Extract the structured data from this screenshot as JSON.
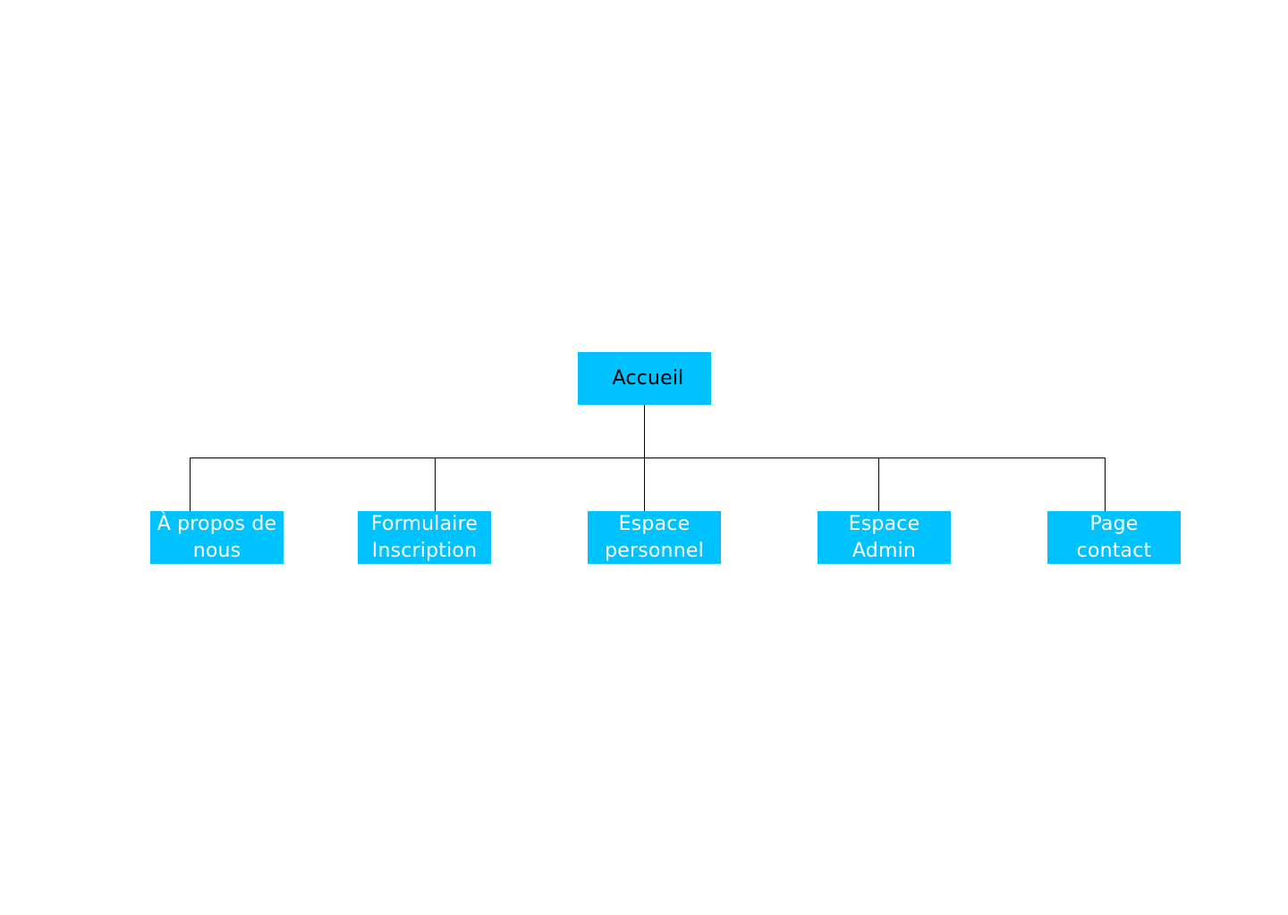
{
  "diagram": {
    "root": {
      "label": "Accueil"
    },
    "children": [
      {
        "label": "À propos de\nnous"
      },
      {
        "label": "Formulaire\nInscription"
      },
      {
        "label": "Espace\npersonnel"
      },
      {
        "label": "Espace\nAdmin"
      },
      {
        "label": "Page\ncontact"
      }
    ],
    "colors": {
      "node_fill": "#00c2ff",
      "child_text": "#ffffff",
      "root_text": "#000000",
      "connector": "#000000"
    }
  }
}
